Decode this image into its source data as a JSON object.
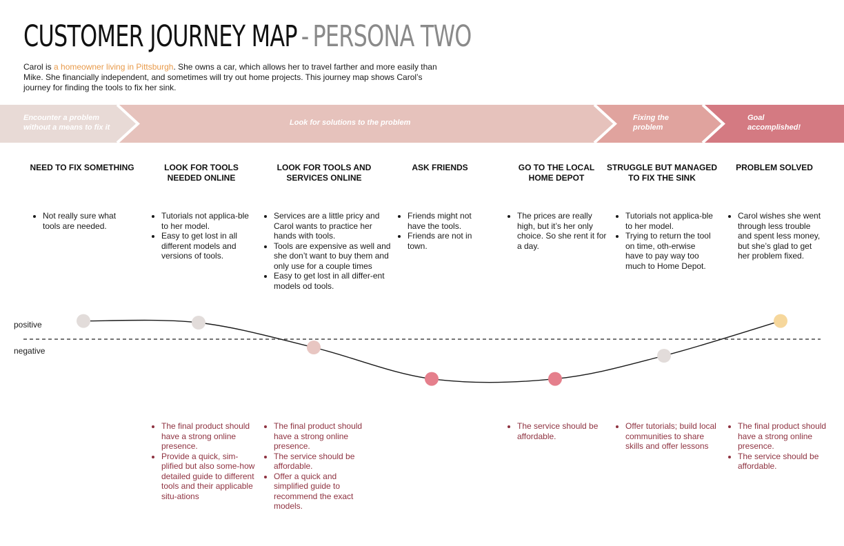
{
  "title": {
    "main": "CUSTOMER JOURNEY MAP",
    "separator": "-",
    "sub": "PERSONA TWO"
  },
  "intro": {
    "before": "Carol is ",
    "highlight": "a homeowner living in Pittsburgh",
    "after": ". She owns a car, which allows her to travel farther and more easily than Mike. She financially independent, and sometimes will try out home projects. This journey map shows Carol’s journey for finding the tools to fix her sink."
  },
  "colors": {
    "highlight": "#e89a4a",
    "band1": "#e8dad6",
    "band2": "#e6c2bc",
    "band3": "#e0a39e",
    "band4": "#d47a82",
    "opportunity_text": "#8e3240"
  },
  "phases": [
    {
      "label": "Encounter a problem without a means to fix it"
    },
    {
      "label": "Look for solutions to the problem"
    },
    {
      "label": "Fixing the problem"
    },
    {
      "label": "Goal accomplished!"
    }
  ],
  "stages": [
    {
      "title": "NEED TO FIX SOMETHING",
      "notes": [
        "Not really sure what tools are needed."
      ],
      "opportunities": []
    },
    {
      "title": "LOOK FOR TOOLS NEEDED ONLINE",
      "notes": [
        "Tutorials not applica-ble to her model.",
        "Easy to get lost in all different models and versions of tools."
      ],
      "opportunities": [
        "The final product should have a strong online presence.",
        "Provide a quick, sim-plified but also some-how detailed guide to different tools and their applicable situ-ations"
      ]
    },
    {
      "title": "LOOK FOR TOOLS AND SERVICES ONLINE",
      "notes": [
        "Services are a little pricy and Carol wants to practice her hands with tools.",
        "Tools are expensive as well and she don’t want to buy them and only use for a couple times",
        "Easy to get lost in all differ-ent models od tools."
      ],
      "opportunities": [
        "The final product should have a strong online presence.",
        "The service should be affordable.",
        "Offer a quick and simplified guide to recommend the exact models."
      ]
    },
    {
      "title": "ASK FRIENDS",
      "notes": [
        "Friends might not have the tools.",
        "Friends are not in town."
      ],
      "opportunities": []
    },
    {
      "title": "GO TO THE LOCAL HOME DEPOT",
      "notes": [
        "The prices are really high, but it’s her only choice. So she rent it for a day."
      ],
      "opportunities": [
        "The service should be affordable."
      ]
    },
    {
      "title": "STRUGGLE BUT MANAGED TO FIX THE SINK",
      "notes": [
        "Tutorials not applica-ble to her model.",
        "Trying to return the tool on time, oth-erwise have to pay way too much to Home Depot."
      ],
      "opportunities": [
        "Offer tutorials; build local communities to share skills and offer lessons"
      ]
    },
    {
      "title": "PROBLEM SOLVED",
      "notes": [
        "Carol wishes she went through less trouble and spent less money, but she’s glad to get her problem fixed."
      ],
      "opportunities": [
        "The final product should have a strong online presence.",
        "The service should be affordable."
      ]
    }
  ],
  "emotion": {
    "positive_label": "positive",
    "negative_label": "negative",
    "points": [
      {
        "stage": "NEED TO FIX SOMETHING",
        "level": 0.55,
        "color": "#e2dcda"
      },
      {
        "stage": "LOOK FOR TOOLS NEEDED ONLINE",
        "level": 0.5,
        "color": "#e2dcda"
      },
      {
        "stage": "LOOK FOR TOOLS AND SERVICES ONLINE",
        "level": -0.25,
        "color": "#e8c6c2"
      },
      {
        "stage": "ASK FRIENDS",
        "level": -1.2,
        "color": "#e57f8c"
      },
      {
        "stage": "GO TO THE LOCAL HOME DEPOT",
        "level": -1.2,
        "color": "#e57f8c"
      },
      {
        "stage": "STRUGGLE BUT MANAGED TO FIX THE SINK",
        "level": -0.5,
        "color": "#e2dcda"
      },
      {
        "stage": "PROBLEM SOLVED",
        "level": 0.55,
        "color": "#f6d79c"
      }
    ]
  }
}
